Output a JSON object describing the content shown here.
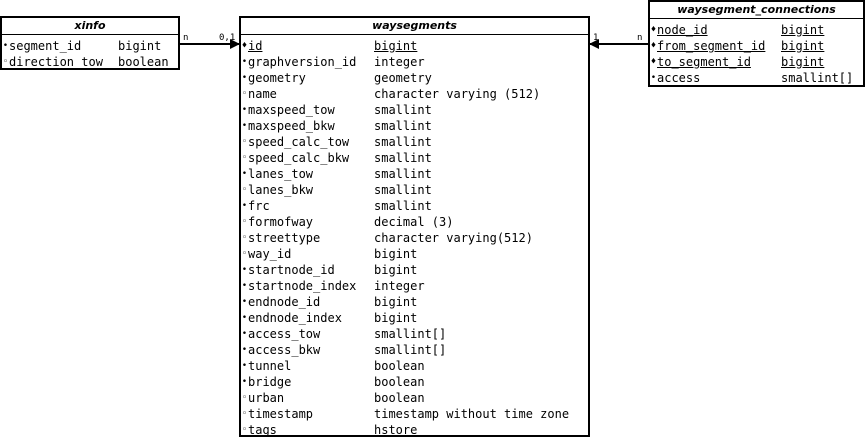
{
  "tables": {
    "xinfo": {
      "title": "xinfo",
      "columns": [
        {
          "name": "segment_id",
          "type": "bigint",
          "marker": "•",
          "pk": false
        },
        {
          "name": "direction_tow",
          "type": "boolean",
          "marker": "◦",
          "pk": false
        }
      ]
    },
    "waysegments": {
      "title": "waysegments",
      "columns": [
        {
          "name": "id",
          "type": "bigint",
          "marker": "♦",
          "pk": true
        },
        {
          "name": "graphversion_id",
          "type": "integer",
          "marker": "•",
          "pk": false
        },
        {
          "name": "geometry",
          "type": "geometry",
          "marker": "•",
          "pk": false
        },
        {
          "name": "name",
          "type": "character varying (512)",
          "marker": "◦",
          "pk": false
        },
        {
          "name": "maxspeed_tow",
          "type": "smallint",
          "marker": "•",
          "pk": false
        },
        {
          "name": "maxspeed_bkw",
          "type": "smallint",
          "marker": "•",
          "pk": false
        },
        {
          "name": "speed_calc_tow",
          "type": "smallint",
          "marker": "◦",
          "pk": false
        },
        {
          "name": "speed_calc_bkw",
          "type": "smallint",
          "marker": "◦",
          "pk": false
        },
        {
          "name": "lanes_tow",
          "type": "smallint",
          "marker": "•",
          "pk": false
        },
        {
          "name": "lanes_bkw",
          "type": "smallint",
          "marker": "◦",
          "pk": false
        },
        {
          "name": "frc",
          "type": "smallint",
          "marker": "•",
          "pk": false
        },
        {
          "name": "formofway",
          "type": "decimal (3)",
          "marker": "◦",
          "pk": false
        },
        {
          "name": "streettype",
          "type": "character varying(512)",
          "marker": "◦",
          "pk": false
        },
        {
          "name": "way_id",
          "type": "bigint",
          "marker": "◦",
          "pk": false
        },
        {
          "name": "startnode_id",
          "type": "bigint",
          "marker": "•",
          "pk": false
        },
        {
          "name": "startnode_index",
          "type": "integer",
          "marker": "•",
          "pk": false
        },
        {
          "name": "endnode_id",
          "type": "bigint",
          "marker": "•",
          "pk": false
        },
        {
          "name": "endnode_index",
          "type": "bigint",
          "marker": "•",
          "pk": false
        },
        {
          "name": "access_tow",
          "type": "smallint[]",
          "marker": "•",
          "pk": false
        },
        {
          "name": "access_bkw",
          "type": "smallint[]",
          "marker": "•",
          "pk": false
        },
        {
          "name": "tunnel",
          "type": "boolean",
          "marker": "•",
          "pk": false
        },
        {
          "name": "bridge",
          "type": "boolean",
          "marker": "•",
          "pk": false
        },
        {
          "name": "urban",
          "type": "boolean",
          "marker": "◦",
          "pk": false
        },
        {
          "name": "timestamp",
          "type": "timestamp without time zone",
          "marker": "◦",
          "pk": false
        },
        {
          "name": "tags",
          "type": "hstore",
          "marker": "◦",
          "pk": false
        }
      ]
    },
    "waysegment_connections": {
      "title": "waysegment_connections",
      "columns": [
        {
          "name": "node_id",
          "type": "bigint",
          "marker": "♦",
          "pk": true
        },
        {
          "name": "from_segment_id",
          "type": "bigint",
          "marker": "♦",
          "pk": true
        },
        {
          "name": "to_segment_id",
          "type": "bigint",
          "marker": "♦",
          "pk": true
        },
        {
          "name": "access",
          "type": "smallint[]",
          "marker": "•",
          "pk": false
        }
      ]
    }
  },
  "relationships": {
    "xinfo_to_waysegments": {
      "from_card": "n",
      "to_card": "0,1"
    },
    "connections_to_waysegments": {
      "from_card": "n",
      "to_card": "1"
    }
  }
}
